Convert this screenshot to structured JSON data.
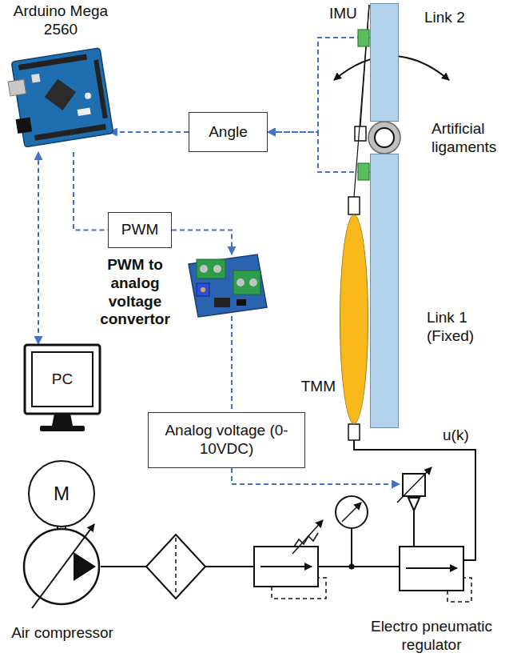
{
  "diagram": {
    "nodes": [
      {
        "text": [
          "Arduino Mega 2560"
        ]
      },
      {
        "text": [
          "Link 2"
        ]
      },
      {
        "text": [
          "Angle"
        ]
      },
      {
        "text": [
          "PWM"
        ]
      },
      {
        "text": [
          "PWM to analog voltage convertor"
        ]
      },
      {
        "text": [
          "Link 1 (Fixed)"
        ]
      },
      {
        "text": [
          "PC"
        ]
      },
      {
        "text": [
          "TMM"
        ]
      },
      {
        "text": [
          "Analog voltage (0-10VDC)"
        ]
      },
      {
        "text": [
          "Air compressor"
        ]
      },
      {
        "text": [
          "M"
        ],
        "in": 9
      },
      {
        "text": [
          "Electro pneumatic regulator"
        ]
      }
    ],
    "edges": [
      {
        "from": 1,
        "to": 2,
        "arrow": "to"
      },
      {
        "from": 5,
        "to": 2,
        "arrow": "to"
      },
      {
        "from": 2,
        "to": 0,
        "arrow": "to"
      },
      {
        "from": 0,
        "to": 6,
        "arrow": "both"
      },
      {
        "from": 0,
        "to": 3,
        "arrow": "none"
      },
      {
        "from": 3,
        "to": 4,
        "arrow": "to"
      },
      {
        "from": 4,
        "to": 8,
        "arrow": "none"
      },
      {
        "from": 8,
        "to": 11,
        "arrow": "to"
      },
      {
        "from": 11,
        "to": 7,
        "arrow": "none",
        "label": "u(k)"
      },
      {
        "from": 9,
        "to": 11,
        "arrow": "none"
      }
    ],
    "labels": [
      "IMU",
      "Artificial ligaments"
    ]
  }
}
